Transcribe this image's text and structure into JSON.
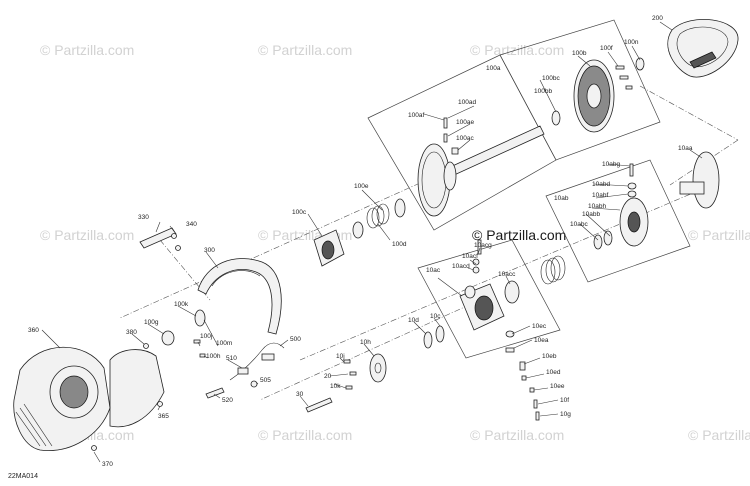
{
  "diagram_code": "22MA014",
  "watermark": "© Partzilla.com",
  "center_watermark": "© Partzilla.com",
  "labels": {
    "l200": "200",
    "l100n": "100n",
    "l100f": "100f",
    "l100b": "100b",
    "l100a": "100a",
    "l100bc": "100bc",
    "l100bb": "100bb",
    "l100ad": "100ad",
    "l100af": "100af",
    "l100ae": "100ae",
    "l100ac": "100ac",
    "l10aa": "10aa",
    "l10abg": "10abg",
    "l10abd": "10abd",
    "l10abf": "10abf",
    "l10ab": "10ab",
    "l10abh": "10abh",
    "l10abb": "10abb",
    "l10abc": "10abc",
    "l100e": "100e",
    "l100c": "100c",
    "l100d": "100d",
    "l10acg": "10acg",
    "l10acf": "10acf",
    "l10acd": "10acd",
    "l10acc": "10acc",
    "l10ac": "10ac",
    "l330": "330",
    "l340": "340",
    "l300": "300",
    "l100k": "100k",
    "l100g": "100g",
    "l100m": "100m",
    "l100j": "100j",
    "l100h": "100h",
    "l500": "500",
    "l510": "510",
    "l505": "505",
    "l520": "520",
    "l360": "360",
    "l380": "380",
    "l365": "365",
    "l370": "370",
    "l10d": "10d",
    "l10c": "10c",
    "l10h": "10h",
    "l10j": "10j",
    "l20": "20",
    "l30": "30",
    "l10k": "10k",
    "l10ec": "10ec",
    "l10ea": "10ea",
    "l10eb": "10eb",
    "l10ed": "10ed",
    "l10ee": "10ee",
    "l10f": "10f",
    "l10g": "10g"
  }
}
